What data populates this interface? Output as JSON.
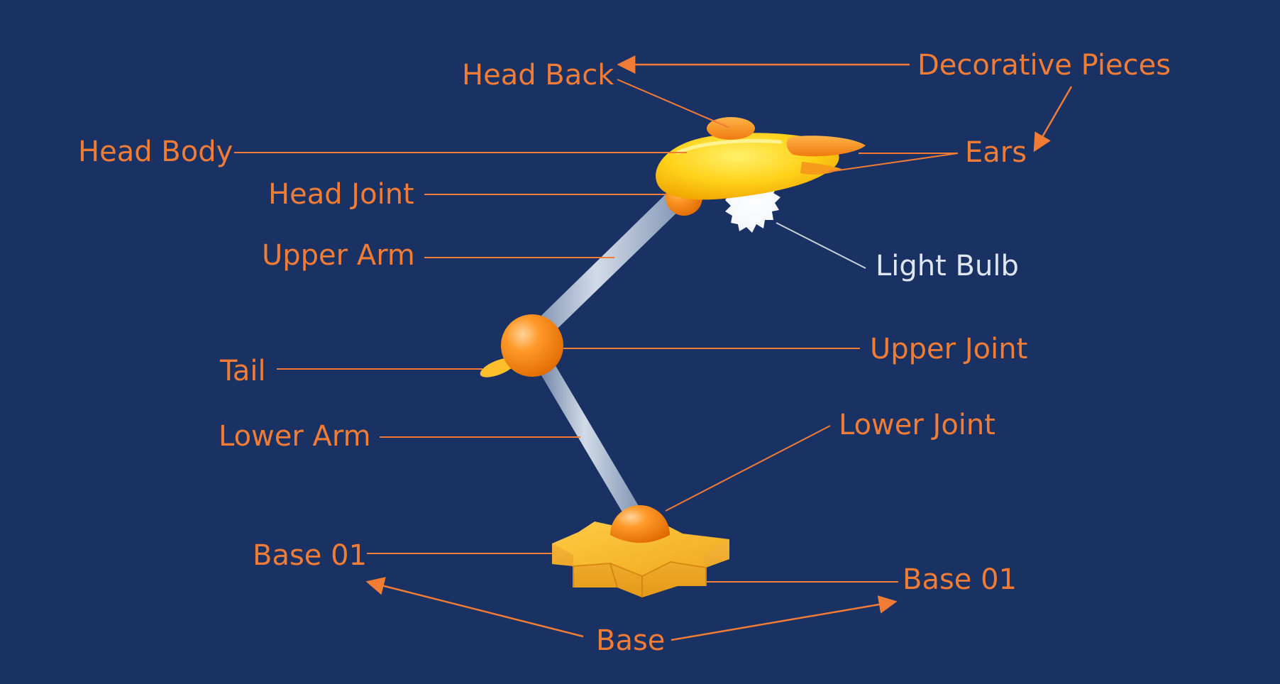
{
  "colors": {
    "background": "#1a3163",
    "label": "#f07c35",
    "label_light": "#dfe6ef",
    "leader_line": "#f07c35",
    "bulb_leader": "#c9d0da"
  },
  "labels": {
    "decorative_pieces": "Decorative Pieces",
    "head_back": "Head Back",
    "head_body": "Head Body",
    "ears": "Ears",
    "head_joint": "Head Joint",
    "upper_arm": "Upper Arm",
    "light_bulb": "Light Bulb",
    "tail": "Tail",
    "upper_joint": "Upper Joint",
    "lower_arm": "Lower Arm",
    "lower_joint": "Lower Joint",
    "base_01_left": "Base 01",
    "base_01_right": "Base 01",
    "base": "Base"
  }
}
